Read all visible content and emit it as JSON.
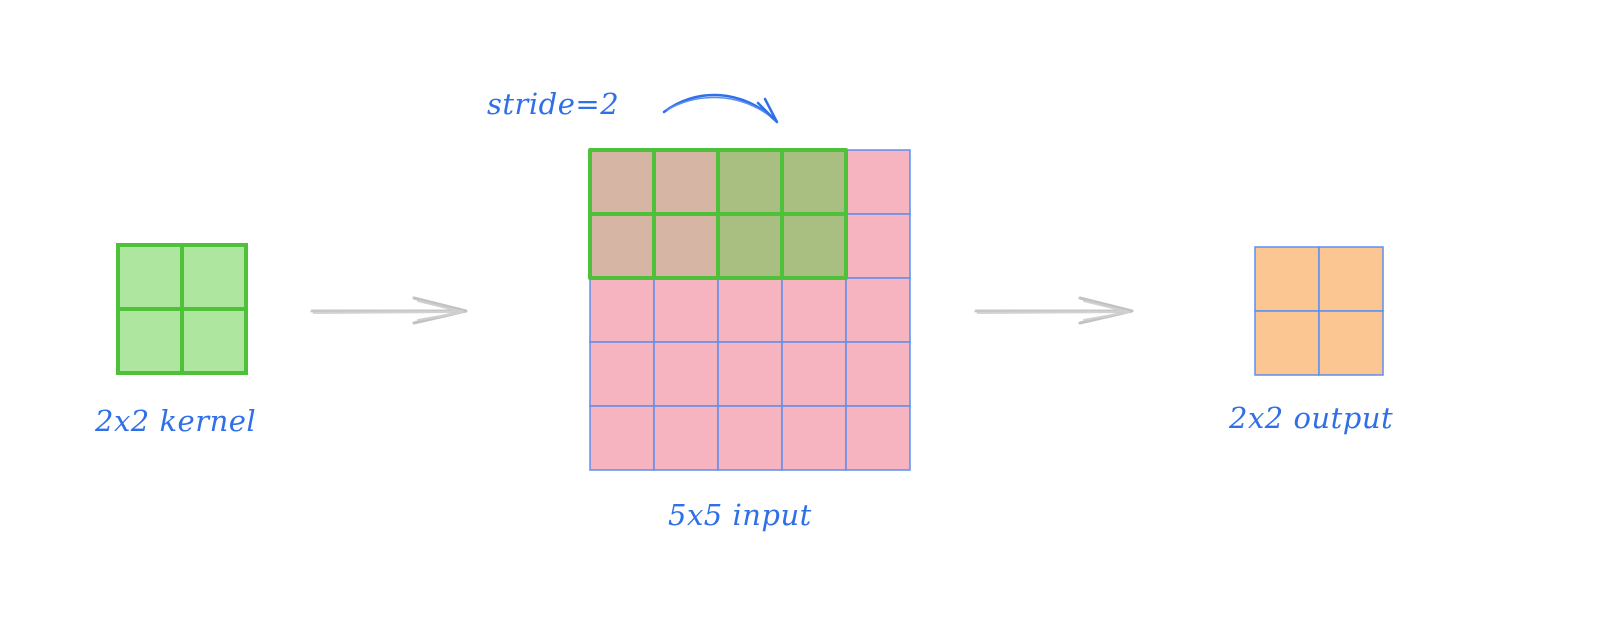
{
  "labels": {
    "kernel": "2x2 kernel",
    "input": "5x5 input",
    "output": "2x2 output",
    "stride": "stride=2"
  },
  "kernel": {
    "rows": 2,
    "cols": 2
  },
  "input": {
    "rows": 5,
    "cols": 5
  },
  "output": {
    "rows": 2,
    "cols": 2
  },
  "stride": 2,
  "colors": {
    "text": "#2f6fe8",
    "kernel_fill": "#aee6a0",
    "kernel_border": "#4fc03a",
    "input_fill": "#f6b4c1",
    "input_border": "#5b8ff0",
    "window_first_fill": "#d6b5a5",
    "window_second_fill": "#a9bf82",
    "window_border": "#4fc03a",
    "output_fill": "#fcc693",
    "output_border": "#5b8ff0",
    "arrow": "#c7c7c7"
  }
}
